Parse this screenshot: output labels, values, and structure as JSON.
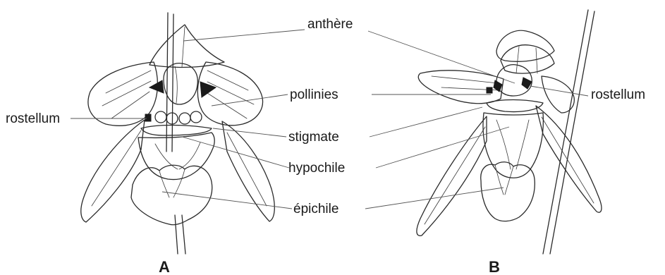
{
  "labels": {
    "anthere": "anthère",
    "pollinies": "pollinies",
    "stigmate": "stigmate",
    "hypochile": "hypochile",
    "epichile": "épichile",
    "rostellum_left": "rostellum",
    "rostellum_right": "rostellum"
  },
  "panels": {
    "a": "A",
    "b": "B"
  }
}
